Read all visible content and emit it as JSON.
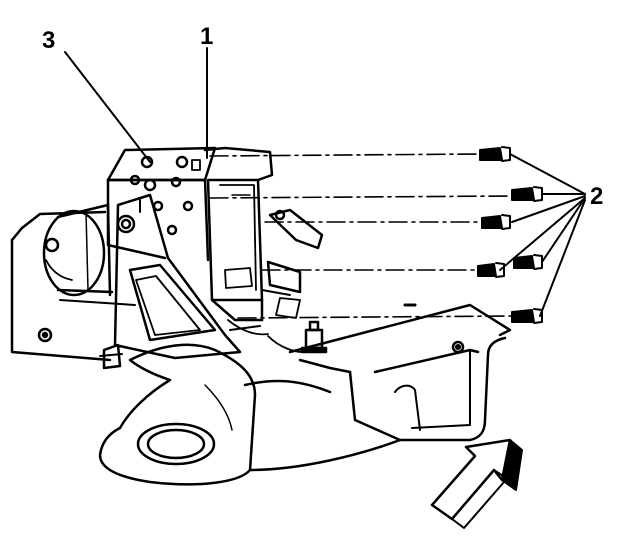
{
  "diagram": {
    "callouts": {
      "c1": "1",
      "c2": "2",
      "c3": "3"
    },
    "colors": {
      "stroke": "#000000",
      "background": "#ffffff"
    }
  }
}
